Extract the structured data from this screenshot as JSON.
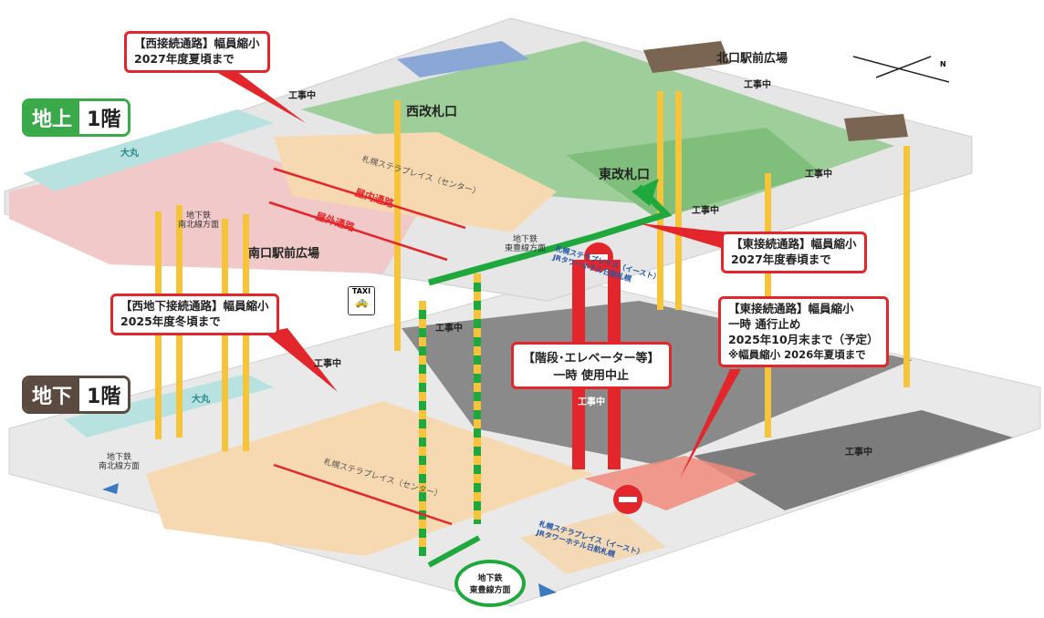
{
  "floors": {
    "ground": {
      "kind": "地上",
      "num": "1階",
      "color": "#3aa94a"
    },
    "basement": {
      "kind": "地下",
      "num": "1階",
      "color": "#5b4a3f"
    }
  },
  "places": {
    "west_gate": "西改札口",
    "east_gate": "東改札口",
    "north_plaza": "北口駅前広場",
    "south_plaza": "南口駅前広場",
    "daimaru_top": "大丸",
    "daimaru_bottom": "大丸",
    "stellar_top": "札幌ステラプレイス（センター）",
    "stellar_bottom": "札幌ステラプレイス（センター）",
    "indoor_passage": "屋内通路",
    "outdoor_passage": "屋外通路"
  },
  "construction": [
    "工事中",
    "工事中",
    "工事中",
    "工事中",
    "工事中",
    "工事中",
    "工事中",
    "工事中"
  ],
  "subway": {
    "namboku_top": [
      "地下鉄",
      "南北線方面"
    ],
    "toho_top": [
      "地下鉄",
      "東豊線方面"
    ],
    "namboku_bottom": [
      "地下鉄",
      "南北線方面"
    ],
    "toho_bottom": [
      "地下鉄",
      "東豊線方面"
    ]
  },
  "east_mall": {
    "top": [
      "札幌ステラプレイス（イースト）",
      "JRタワーホテル日航札幌"
    ],
    "bottom": [
      "札幌ステラプレイス（イースト）",
      "JRタワーホテル日航札幌"
    ]
  },
  "taxi": "TAXI",
  "callouts": {
    "west_connect": [
      "【西接続通路】幅員縮小",
      "2027年度夏頃まで"
    ],
    "east_connect": [
      "【東接続通路】幅員縮小",
      "2027年度春頃まで"
    ],
    "west_underground": [
      "【西地下接続通路】幅員縮小",
      "2025年度冬頃まで"
    ],
    "east_connect_temp": [
      "【東接続通路】幅員縮小",
      "一時 通行止め",
      "2025年10月末まで（予定）",
      "※幅員縮小 2026年夏頃まで"
    ],
    "stairs": [
      "【階段･エレベーター等】",
      "一時 使用中止"
    ]
  },
  "compass": "N",
  "colors": {
    "route_green": "#1fa83c",
    "closure_red": "#e2262b",
    "pillar_yellow": "#f5c43a"
  }
}
